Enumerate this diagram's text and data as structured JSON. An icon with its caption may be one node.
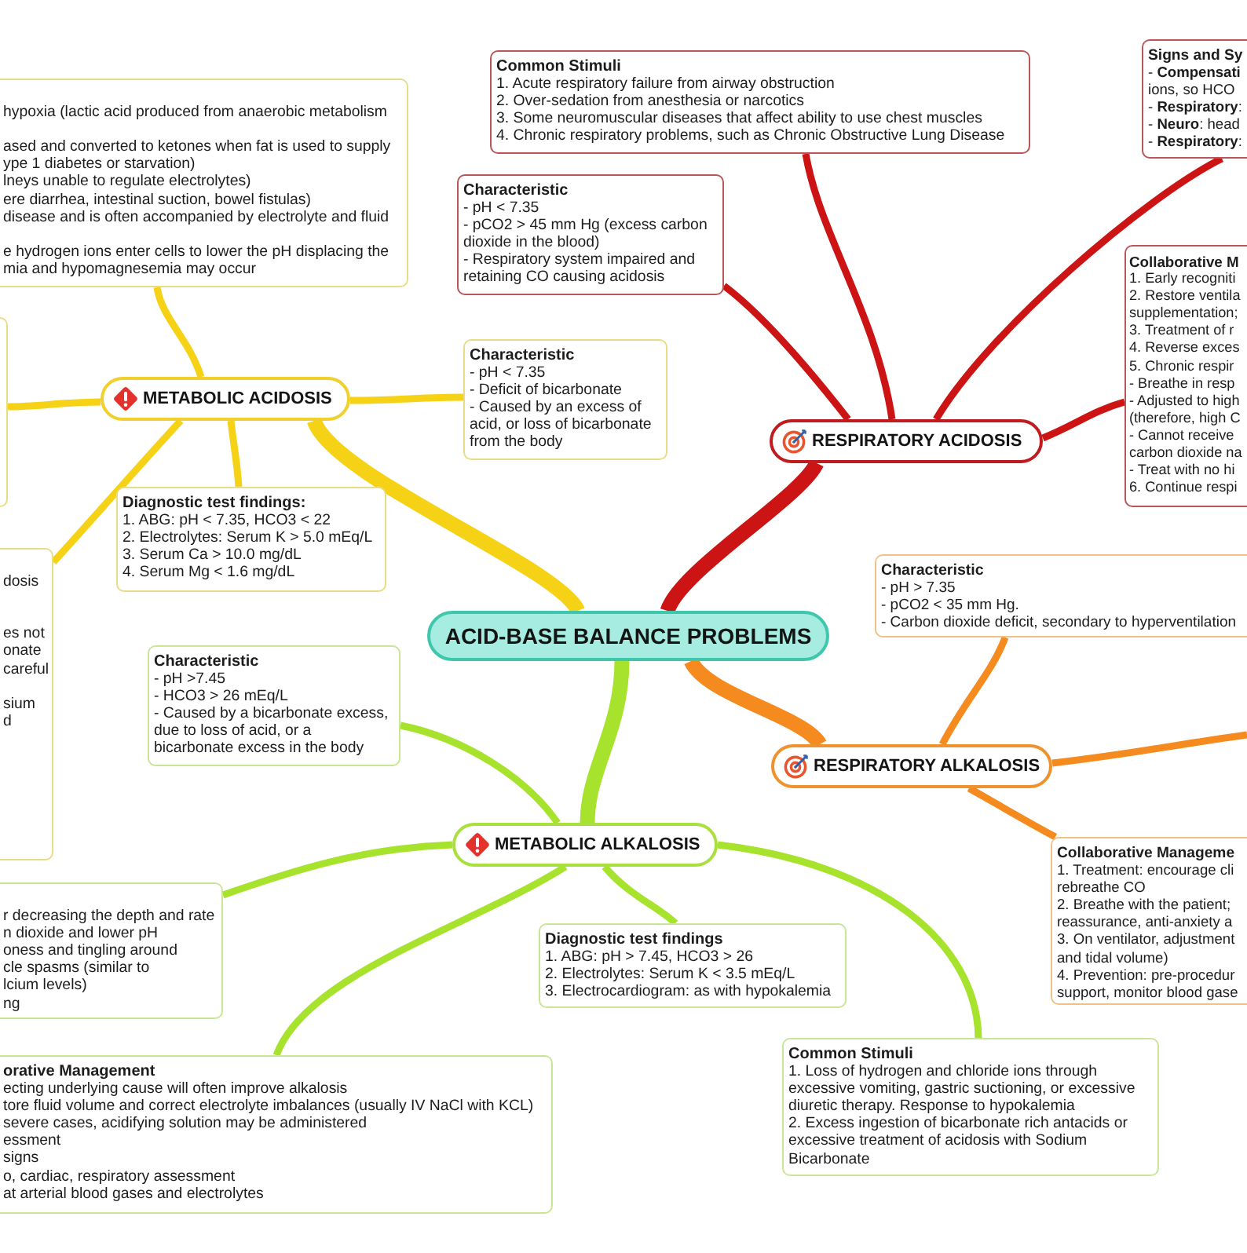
{
  "diagram": {
    "nodes": [
      {
        "text": [
          "ACID-BASE BALANCE PROBLEMS"
        ]
      },
      {
        "text": [
          "METABOLIC ACIDOSIS"
        ]
      },
      {
        "text": [
          "hypoxia (lactic acid produced from anaerobic metabolism",
          "ased and converted to ketones when fat is used to supply",
          "ype 1 diabetes or starvation)",
          "lneys unable to regulate electrolytes)",
          "ere diarrhea, intestinal suction, bowel fistulas)",
          "disease and is often accompanied by electrolyte and fluid",
          "e hydrogen ions enter cells to lower the pH displacing the",
          "mia and hypomagnesemia may occur"
        ]
      },
      {
        "text": [],
        "shape": "box"
      },
      {
        "text": [
          "dosis",
          "es not",
          "onate",
          "careful",
          "sium",
          "d"
        ]
      },
      {
        "text": [
          "Characteristic",
          "- pH < 7.35",
          "- Deficit of bicarbonate",
          "- Caused by an excess of acid, or loss of bicarbonate from the body"
        ]
      },
      {
        "text": [
          "Diagnostic test findings:",
          "1. ABG: pH < 7.35, HCO3 < 22",
          "2. Electrolytes: Serum K > 5.0 mEq/L",
          "3. Serum Ca > 10.0 mg/dL",
          "4. Serum Mg < 1.6 mg/dL"
        ]
      },
      {
        "text": [
          "RESPIRATORY ACIDOSIS"
        ]
      },
      {
        "text": [
          "Common Stimuli",
          "1. Acute respiratory failure from airway obstruction",
          "2. Over-sedation from anesthesia or narcotics",
          "3. Some neuromuscular diseases that affect ability to use chest muscles",
          "4. Chronic respiratory problems, such as Chronic Obstructive Lung Disease"
        ]
      },
      {
        "text": [
          "Characteristic",
          "- pH < 7.35",
          "- pCO2 > 45 mm Hg (excess carbon dioxide in the blood)",
          "- Respiratory system impaired and retaining CO causing acidosis"
        ]
      },
      {
        "text": [
          "Signs and Sy",
          "- **Compensati**",
          "ions, so HCO",
          "- **Respiratory**:",
          "- **Neuro**: head",
          "- **Respiratory**:"
        ]
      },
      {
        "text": [
          "Collaborative M",
          "1. Early recogniti",
          "2. Restore ventila",
          "supplementation;",
          "3. Treatment of r",
          "4. Reverse exces",
          "5. Chronic respir",
          "- Breathe in resp",
          "- Adjusted to high",
          "(therefore, high C",
          "- Cannot receive",
          "carbon dioxide na",
          "- Treat with no hi",
          "6. Continue respi"
        ]
      },
      {
        "text": [
          "RESPIRATORY ALKALOSIS"
        ]
      },
      {
        "text": [
          "Characteristic",
          "- pH > 7.35",
          "- pCO2 < 35 mm Hg.",
          "- Carbon dioxide deficit, secondary to hyperventilation"
        ]
      },
      {
        "text": [
          "Collaborative Manageme",
          "1. Treatment: encourage cli",
          "rebreathe CO",
          "2. Breathe with the patient;",
          "reassurance, anti-anxiety a",
          "3. On ventilator, adjustment",
          "and tidal volume)",
          "4. Prevention: pre-procedur",
          "support, monitor blood gase"
        ]
      },
      {
        "text": [
          "METABOLIC ALKALOSIS"
        ]
      },
      {
        "text": [
          "Characteristic",
          "- pH >7.45",
          "- HCO3 > 26 mEq/L",
          "- Caused by a bicarbonate excess, due to loss of acid, or a bicarbonate excess in the body"
        ]
      },
      {
        "text": [
          "r decreasing the depth and rate",
          "n dioxide and lower pH",
          "oness and tingling around",
          "cle spasms (similar to",
          "lcium levels)",
          "ng"
        ]
      },
      {
        "text": [
          "orative Management",
          "ecting underlying cause will often improve alkalosis",
          "tore fluid volume and correct electrolyte imbalances (usually IV NaCl with KCL)",
          "severe cases, acidifying solution may be administered",
          "essment",
          "signs",
          "o, cardiac, respiratory assessment",
          "at arterial blood gases and electrolytes"
        ]
      },
      {
        "text": [
          "Diagnostic test findings",
          "1. ABG: pH > 7.45, HCO3 > 26",
          "2. Electrolytes: Serum K < 3.5 mEq/L",
          "3. Electrocardiogram: as with hypokalemia"
        ]
      },
      {
        "text": [
          "Common Stimuli",
          "1. Loss of hydrogen and chloride ions through excessive vomiting, gastric suctioning, or excessive diuretic therapy. Response to hypokalemia",
          "2. Excess ingestion of bicarbonate rich antacids or excessive treatment of acidosis with Sodium Bicarbonate"
        ]
      }
    ],
    "edges": [
      {
        "from": 0,
        "to": 1,
        "arrow": "none",
        "style": "thick",
        "color": "#f6d216"
      },
      {
        "from": 0,
        "to": 7,
        "arrow": "none",
        "style": "thick",
        "color": "#cc1414"
      },
      {
        "from": 0,
        "to": 12,
        "arrow": "none",
        "style": "thick",
        "color": "#f58a1f"
      },
      {
        "from": 0,
        "to": 15,
        "arrow": "none",
        "style": "thick",
        "color": "#a7e22d"
      },
      {
        "from": 1,
        "to": 2,
        "arrow": "none",
        "color": "#f6d216"
      },
      {
        "from": 1,
        "to": 3,
        "arrow": "none",
        "color": "#f6d216"
      },
      {
        "from": 1,
        "to": 5,
        "arrow": "none",
        "color": "#f6d216"
      },
      {
        "from": 1,
        "to": 6,
        "arrow": "none",
        "color": "#f6d216"
      },
      {
        "from": 1,
        "to": 4,
        "arrow": "none",
        "color": "#f6d216"
      },
      {
        "from": 7,
        "to": 8,
        "arrow": "none",
        "color": "#cc1414"
      },
      {
        "from": 7,
        "to": 9,
        "arrow": "none",
        "color": "#cc1414"
      },
      {
        "from": 7,
        "to": 10,
        "arrow": "none",
        "color": "#cc1414"
      },
      {
        "from": 7,
        "to": 11,
        "arrow": "none",
        "color": "#cc1414"
      },
      {
        "from": 12,
        "to": 13,
        "arrow": "none",
        "color": "#f58a1f"
      },
      {
        "from": 12,
        "to": 14,
        "arrow": "none",
        "color": "#f58a1f"
      },
      {
        "from": 12,
        "to": null,
        "arrow": "none",
        "color": "#f58a1f"
      },
      {
        "from": 15,
        "to": 16,
        "arrow": "none",
        "color": "#a7e22d"
      },
      {
        "from": 15,
        "to": 17,
        "arrow": "none",
        "color": "#a7e22d"
      },
      {
        "from": 15,
        "to": 18,
        "arrow": "none",
        "color": "#a7e22d"
      },
      {
        "from": 15,
        "to": 19,
        "arrow": "none",
        "color": "#a7e22d"
      },
      {
        "from": 15,
        "to": 20,
        "arrow": "none",
        "color": "#a7e22d"
      }
    ]
  }
}
